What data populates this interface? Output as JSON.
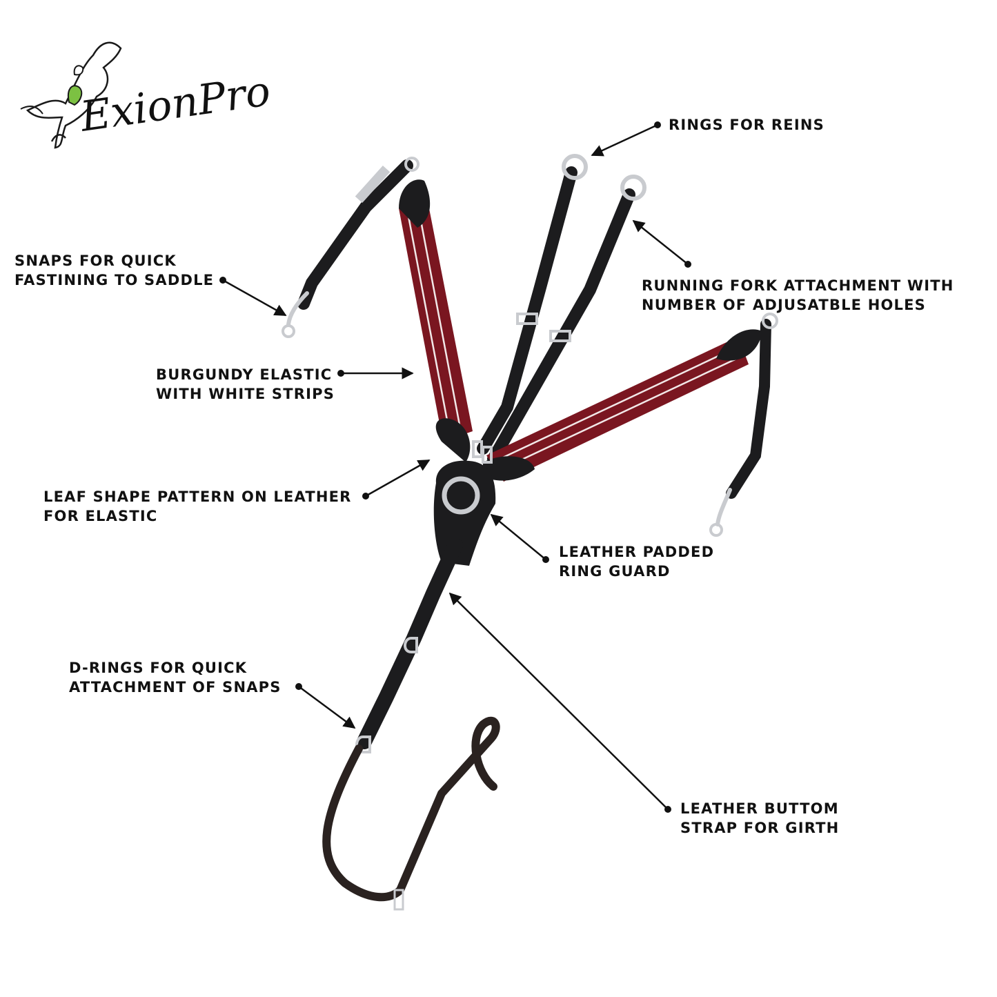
{
  "brand": {
    "logo_text": "ExionPro",
    "logo_colors": {
      "rider_jacket": "#7cc142",
      "horse": "#ffffff",
      "outline": "#1a1a1a"
    }
  },
  "product": {
    "colors": {
      "leather": "#1c1c1e",
      "elastic": "#7a1620",
      "stripe": "#f2e8e8",
      "metal": "#c9cbcf"
    }
  },
  "callouts": [
    {
      "id": "rings-for-reins",
      "lines": [
        "RINGS FOR REINS"
      ]
    },
    {
      "id": "snaps",
      "lines": [
        "SNAPS FOR QUICK",
        "FASTINING TO SADDLE"
      ]
    },
    {
      "id": "running-fork",
      "lines": [
        "RUNNING FORK ATTACHMENT WITH",
        "NUMBER OF ADJUSATBLE HOLES"
      ]
    },
    {
      "id": "burgundy-elastic",
      "lines": [
        "BURGUNDY ELASTIC",
        "WITH WHITE STRIPS"
      ]
    },
    {
      "id": "leaf-shape",
      "lines": [
        "LEAF SHAPE PATTERN ON LEATHER",
        "FOR ELASTIC"
      ]
    },
    {
      "id": "ring-guard",
      "lines": [
        "LEATHER PADDED",
        "RING GUARD"
      ]
    },
    {
      "id": "d-rings",
      "lines": [
        "D-RINGS FOR QUICK",
        "ATTACHMENT OF SNAPS"
      ]
    },
    {
      "id": "bottom-strap",
      "lines": [
        "LEATHER BUTTOM",
        "STRAP FOR GIRTH"
      ]
    }
  ]
}
